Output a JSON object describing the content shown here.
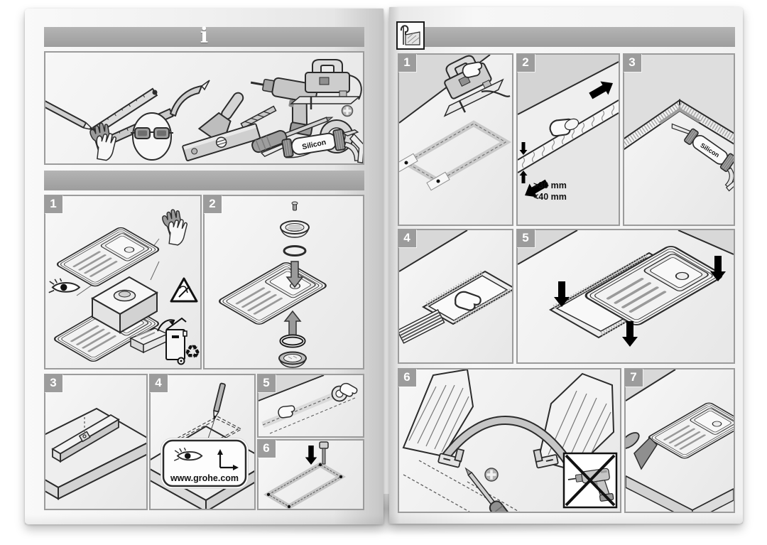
{
  "document": {
    "kind": "printed-installation-manual-two-page-spread",
    "subject": "kitchen-sink-mounting-instructions"
  },
  "labels": {
    "info_symbol": "i",
    "silicon": "Silicon",
    "grohe_url": "www.grohe.com",
    "depth_min": ">30 mm",
    "depth_max": "<40 mm",
    "recycle_symbol": "♻"
  },
  "left_page": {
    "step_numbers": [
      "1",
      "2",
      "3",
      "4",
      "5",
      "6"
    ],
    "tools_icons": [
      "pencil",
      "folding-rule",
      "utility-knife",
      "putty-knife",
      "drill-bit",
      "cordless-drill",
      "jigsaw",
      "adhesive-tape-roll",
      "work-gloves",
      "safety-goggles",
      "spirit-level",
      "phillips-screwdriver",
      "silicone-cartridge-gun"
    ],
    "step_icons": [
      "unpack-sink-check-parts-wear-gloves",
      "assemble-drain-strainer-gaskets",
      "position-support-batten",
      "trace-cutout-outline-see-grohe-website",
      "apply-masking-tape-on-outline",
      "drill-corner-holes"
    ]
  },
  "right_page": {
    "step_numbers": [
      "1",
      "2",
      "3",
      "4",
      "5",
      "6",
      "7"
    ],
    "header_icon": "sink-rim-cross-section-profile",
    "step_icons": [
      "cut-opening-with-jigsaw",
      "smooth-cut-edge-countertop-thickness",
      "seal-cut-edge-with-silicone",
      "fit-sealing-strip-into-cutout",
      "lower-sink-into-cutout",
      "tighten-fixing-clamps-with-screwdriver-no-drill",
      "smooth-excess-sealant-with-spatula"
    ]
  },
  "colors": {
    "header_bar": "#a8a8a8",
    "step_badge": "#9c9c9c",
    "panel_border": "#9b9b9b",
    "line_art": "#2b2b2b",
    "arrow_black": "#111111",
    "arrow_gray": "#9a9a9a",
    "page_paper": "#f1f1f1"
  }
}
